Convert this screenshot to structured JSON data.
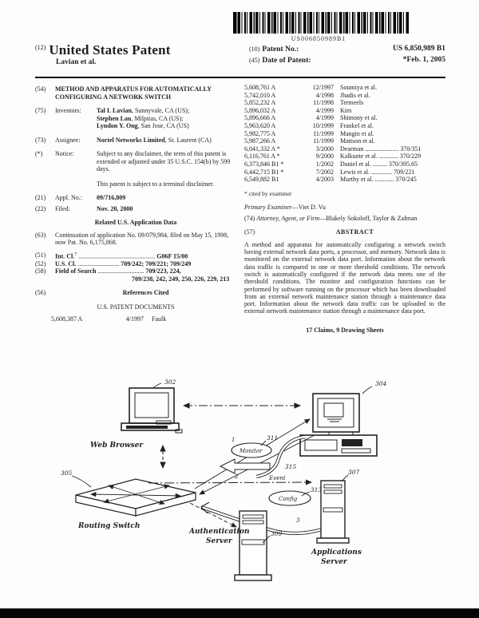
{
  "header": {
    "barcode_text": "US006850989B1",
    "doc_code": "(12)",
    "doc_title": "United States Patent",
    "inventor_short": "Lavian et al.",
    "patent_no_code": "(10)",
    "patent_no_label": "Patent No.:",
    "patent_no_value": "US 6,850,989 B1",
    "date_code": "(45)",
    "date_label": "Date of Patent:",
    "date_value": "*Feb. 1, 2005"
  },
  "left": {
    "title_code": "(54)",
    "title": "METHOD AND APPARATUS FOR AUTOMATICALLY CONFIGURING A NETWORK SWITCH",
    "inventors_code": "(75)",
    "inventors_label": "Inventors:",
    "inventors": [
      {
        "name": "Tal I. Lavian",
        "rest": ", Sunnyvale, CA (US);"
      },
      {
        "name": "Stephen Lau",
        "rest": ", Milpitas, CA (US);"
      },
      {
        "name": "Lyndon Y. Ong",
        "rest": ", San Jose, CA (US)"
      }
    ],
    "assignee_code": "(73)",
    "assignee_label": "Assignee:",
    "assignee_name": "Nortel Networks Limited",
    "assignee_rest": ", St. Laurent (CA)",
    "notice_code": "(*)",
    "notice_label": "Notice:",
    "notice_text": "Subject to any disclaimer, the term of this patent is extended or adjusted under 35 U.S.C. 154(b) by 599 days.",
    "notice_text2": "This patent is subject to a terminal disclaimer.",
    "appl_code": "(21)",
    "appl_label": "Appl. No.:",
    "appl_value": "09/716,809",
    "filed_code": "(22)",
    "filed_label": "Filed:",
    "filed_value": "Nov. 20, 2000",
    "related_heading": "Related U.S. Application Data",
    "continuation_code": "(63)",
    "continuation_text": "Continuation of application No. 09/079,984, filed on May 15, 1998, now Pat. No. 6,175,868.",
    "intcl_code": "(51)",
    "intcl_label": "Int. Cl.",
    "intcl_sup": "7",
    "intcl_dots": "................................................",
    "intcl_value": "G06F 15/00",
    "uscl_code": "(52)",
    "uscl_label": "U.S. Cl.",
    "uscl_dots": "..........................",
    "uscl_value": "709/242; 709/221; 709/249",
    "fos_code": "(58)",
    "fos_label": "Field of Search",
    "fos_dots": ".............................",
    "fos_value": "709/223, 224,",
    "fos_value2": "709/238, 242, 249, 250, 226, 229, 213",
    "refs_code": "(56)",
    "refs_heading": "References Cited",
    "uspd_heading": "U.S. PATENT DOCUMENTS",
    "left_ref": {
      "no": "5,608,387 A",
      "date": "4/1997",
      "name": "Faulk"
    }
  },
  "right": {
    "references": [
      {
        "no": "5,608,761 A",
        "date": "12/1997",
        "name": "Soumiya et al.",
        "tail": ""
      },
      {
        "no": "5,742,010 A",
        "date": "4/1998",
        "name": "Jhadis et al.",
        "tail": ""
      },
      {
        "no": "5,852,232 A",
        "date": "11/1998",
        "name": "Termeels",
        "tail": ""
      },
      {
        "no": "5,896,032 A",
        "date": "4/1999",
        "name": "Kim",
        "tail": ""
      },
      {
        "no": "5,896,666 A",
        "date": "4/1999",
        "name": "Shimony et al.",
        "tail": ""
      },
      {
        "no": "5,963,620 A",
        "date": "10/1999",
        "name": "Frankel et al.",
        "tail": ""
      },
      {
        "no": "5,982,775 A",
        "date": "11/1999",
        "name": "Mangin et al.",
        "tail": ""
      },
      {
        "no": "5,987,266 A",
        "date": "11/1999",
        "name": "Mattson et al.",
        "tail": ""
      },
      {
        "no": "6,041,332 A *",
        "date": "3/2000",
        "name": "Dearman",
        "tail": "..................... 370/351"
      },
      {
        "no": "6,116,761 A *",
        "date": "9/2000",
        "name": "Kalkunte et al.",
        "tail": "............ 370/229"
      },
      {
        "no": "6,373,846 B1 *",
        "date": "1/2002",
        "name": "Daniel et al.",
        "tail": "......... 370/395.65"
      },
      {
        "no": "6,442,715 B1 *",
        "date": "7/2002",
        "name": "Lewis et al.",
        "tail": "............. 709/221"
      },
      {
        "no": "6,549,882 B1",
        "date": "4/2003",
        "name": "Murthy et al.",
        "tail": "............ 370/245"
      }
    ],
    "cited_note": "* cited by examiner",
    "examiner_label": "Primary Examiner",
    "examiner_value": "—Viet D. Vu",
    "attorney_code": "(74)",
    "attorney_label": "Attorney, Agent, or Firm",
    "attorney_value": "—Blakely Sokoloff, Taylor & Zafman",
    "abstract_code": "(57)",
    "abstract_heading": "ABSTRACT",
    "abstract_text": "A method and apparatus for automatically configuring a network switch having external network data ports, a processor, and memory. Network data is monitored on the external network data port. Information about the network data traffic is compared to one or more threshold conditions. The network switch is automatically configured if the network data meets one of the threshold conditions. The monitor and configuration functions can be performed by software running on the processor which has been downloaded from an external network maintenance station through a maintenance data port. Information about the network data traffic can be uploaded to the external network maintenance station through a maintenance data port.",
    "claims_line": "17 Claims, 9 Drawing Sheets"
  },
  "figure": {
    "refs": {
      "browser": "302",
      "station": "304",
      "switch": "305",
      "apps_server": "307",
      "auth_server": "309",
      "monitor": "311",
      "config": "313",
      "event": "315"
    },
    "labels": {
      "web_browser": "Web Browser",
      "routing_switch": "Routing Switch",
      "auth_server": [
        "Authentication",
        "Server"
      ],
      "apps_server": [
        "Applications",
        "Server"
      ],
      "monitor_oval": "Monitor",
      "config_oval": "Config",
      "event": "Event"
    },
    "flow_numbers": [
      "1",
      "2",
      "3"
    ]
  }
}
